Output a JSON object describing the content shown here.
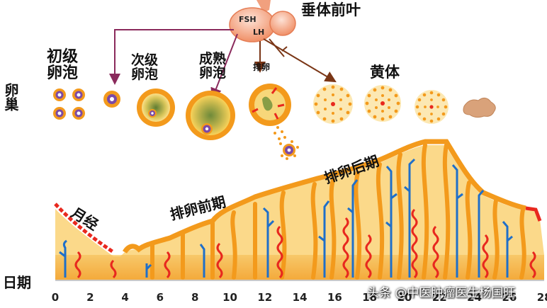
{
  "hormone": {
    "gland_label": "垂体前叶",
    "fsh": "FSH",
    "lh": "LH"
  },
  "ovary": {
    "label": "卵巢",
    "primary_follicle": "初级卵泡",
    "secondary_follicle": "次级卵泡",
    "mature_follicle": "成熟卵泡",
    "ovulation": "排卵",
    "corpus_luteum": "黄体"
  },
  "endometrium": {
    "menstruation": "月经",
    "preovulatory": "排卵前期",
    "postovulatory": "排卵后期"
  },
  "axis": {
    "label": "日期",
    "ticks": [
      "0",
      "2",
      "4",
      "6",
      "8",
      "10",
      "12",
      "14",
      "16",
      "18",
      "20",
      "22",
      "24",
      "26",
      "28"
    ]
  },
  "watermark": "头条 @中医肿瘤医生杨国旺",
  "colors": {
    "follicle_orange": "#f39a1c",
    "wall_red": "#e8281e",
    "vessel_blue": "#1f6fc9",
    "tissue_yellow": "#fbd98a",
    "gland_pink": "#f6b19a",
    "arrow_purple": "#8a2a5c",
    "arrow_brown": "#7a3616"
  }
}
